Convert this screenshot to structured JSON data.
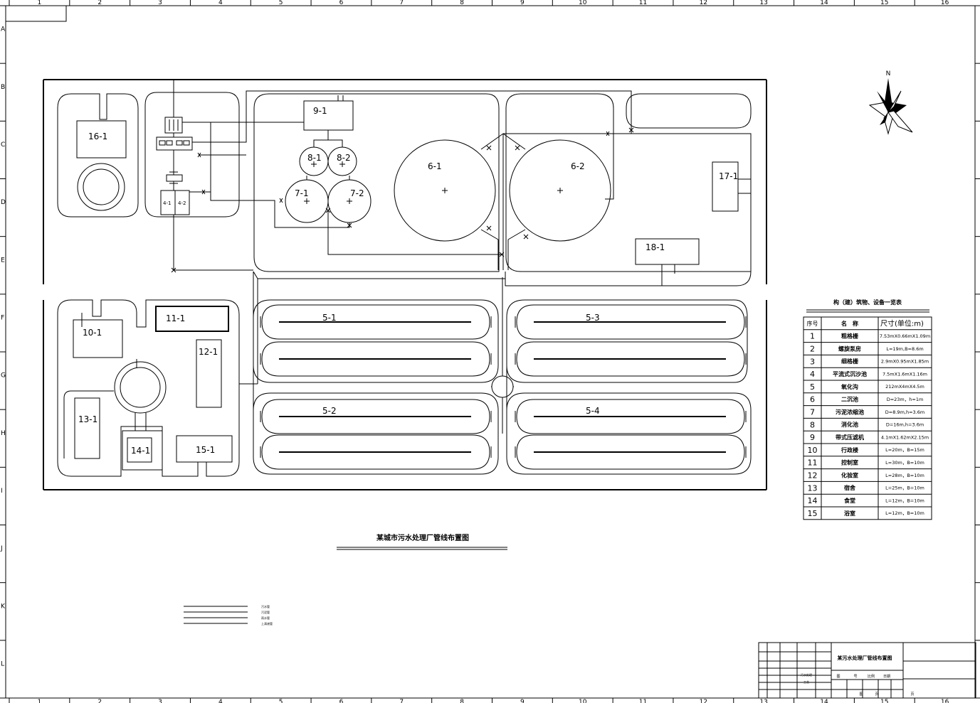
{
  "sheet": {
    "top_numbers": [
      "1",
      "2",
      "3",
      "4",
      "5",
      "6",
      "7",
      "8",
      "9",
      "10",
      "11",
      "12",
      "13",
      "14",
      "15",
      "16"
    ],
    "side_letters": [
      "A",
      "B",
      "C",
      "D",
      "E",
      "F",
      "G",
      "H",
      "I",
      "J",
      "K",
      "L"
    ]
  },
  "drawing_title": "某城市污水处理厂管线布置图",
  "compass_label": "N",
  "labels": {
    "u16": "16-1",
    "u9": "9-1",
    "u8a": "8-1",
    "u8b": "8-2",
    "u7a": "7-1",
    "u7b": "7-2",
    "u6a": "6-1",
    "u6b": "6-2",
    "u17": "17-1",
    "u18": "18-1",
    "u4a": "4-1",
    "u4b": "4-2",
    "u10": "10-1",
    "u11": "11-1",
    "u12": "12-1",
    "u13": "13-1",
    "u14": "14-1",
    "u15": "15-1",
    "u51": "5-1",
    "u52": "5-2",
    "u53": "5-3",
    "u54": "5-4"
  },
  "structures_table": {
    "title": "构（建）筑物、设备一览表",
    "headers": [
      "序号",
      "名　称",
      "尺寸(单位:m)"
    ],
    "rows": [
      [
        "1",
        "粗格栅",
        "7.53mX0.66mX1.09m"
      ],
      [
        "2",
        "螺旋泵房",
        "L=19m,B=8.6m"
      ],
      [
        "3",
        "细格栅",
        "2.9mX0.95mX1.85m"
      ],
      [
        "4",
        "平流式沉沙池",
        "7.5mX1.6mX1.16m"
      ],
      [
        "5",
        "氧化沟",
        "212mX4mX4.5m"
      ],
      [
        "6",
        "二沉池",
        "D=23m，h=1m"
      ],
      [
        "7",
        "污泥浓缩池",
        "D=8.9m,h=3.6m"
      ],
      [
        "8",
        "消化池",
        "D=16m,h=3.6m"
      ],
      [
        "9",
        "带式压滤机",
        "4.1mX1.62mX2.15m"
      ],
      [
        "10",
        "行政楼",
        "L=20m，B=15m"
      ],
      [
        "11",
        "控制室",
        "L=30m，B=10m"
      ],
      [
        "12",
        "化验室",
        "L=28m，B=10m"
      ],
      [
        "13",
        "宿舍",
        "L=25m，B=10m"
      ],
      [
        "14",
        "食堂",
        "L=12m，B=10m"
      ],
      [
        "15",
        "浴室",
        "L=12m，B=10m"
      ]
    ]
  },
  "legend_items": [
    "污水管",
    "污泥管",
    "雨水管",
    "上清液管"
  ],
  "title_block": {
    "project": "某污水处理厂管线布置图",
    "mini": [
      "污水处理",
      "工艺"
    ],
    "row1": [
      "图",
      "号",
      "比例",
      "日期"
    ],
    "row2": [
      "图",
      "页"
    ],
    "page": "页"
  }
}
